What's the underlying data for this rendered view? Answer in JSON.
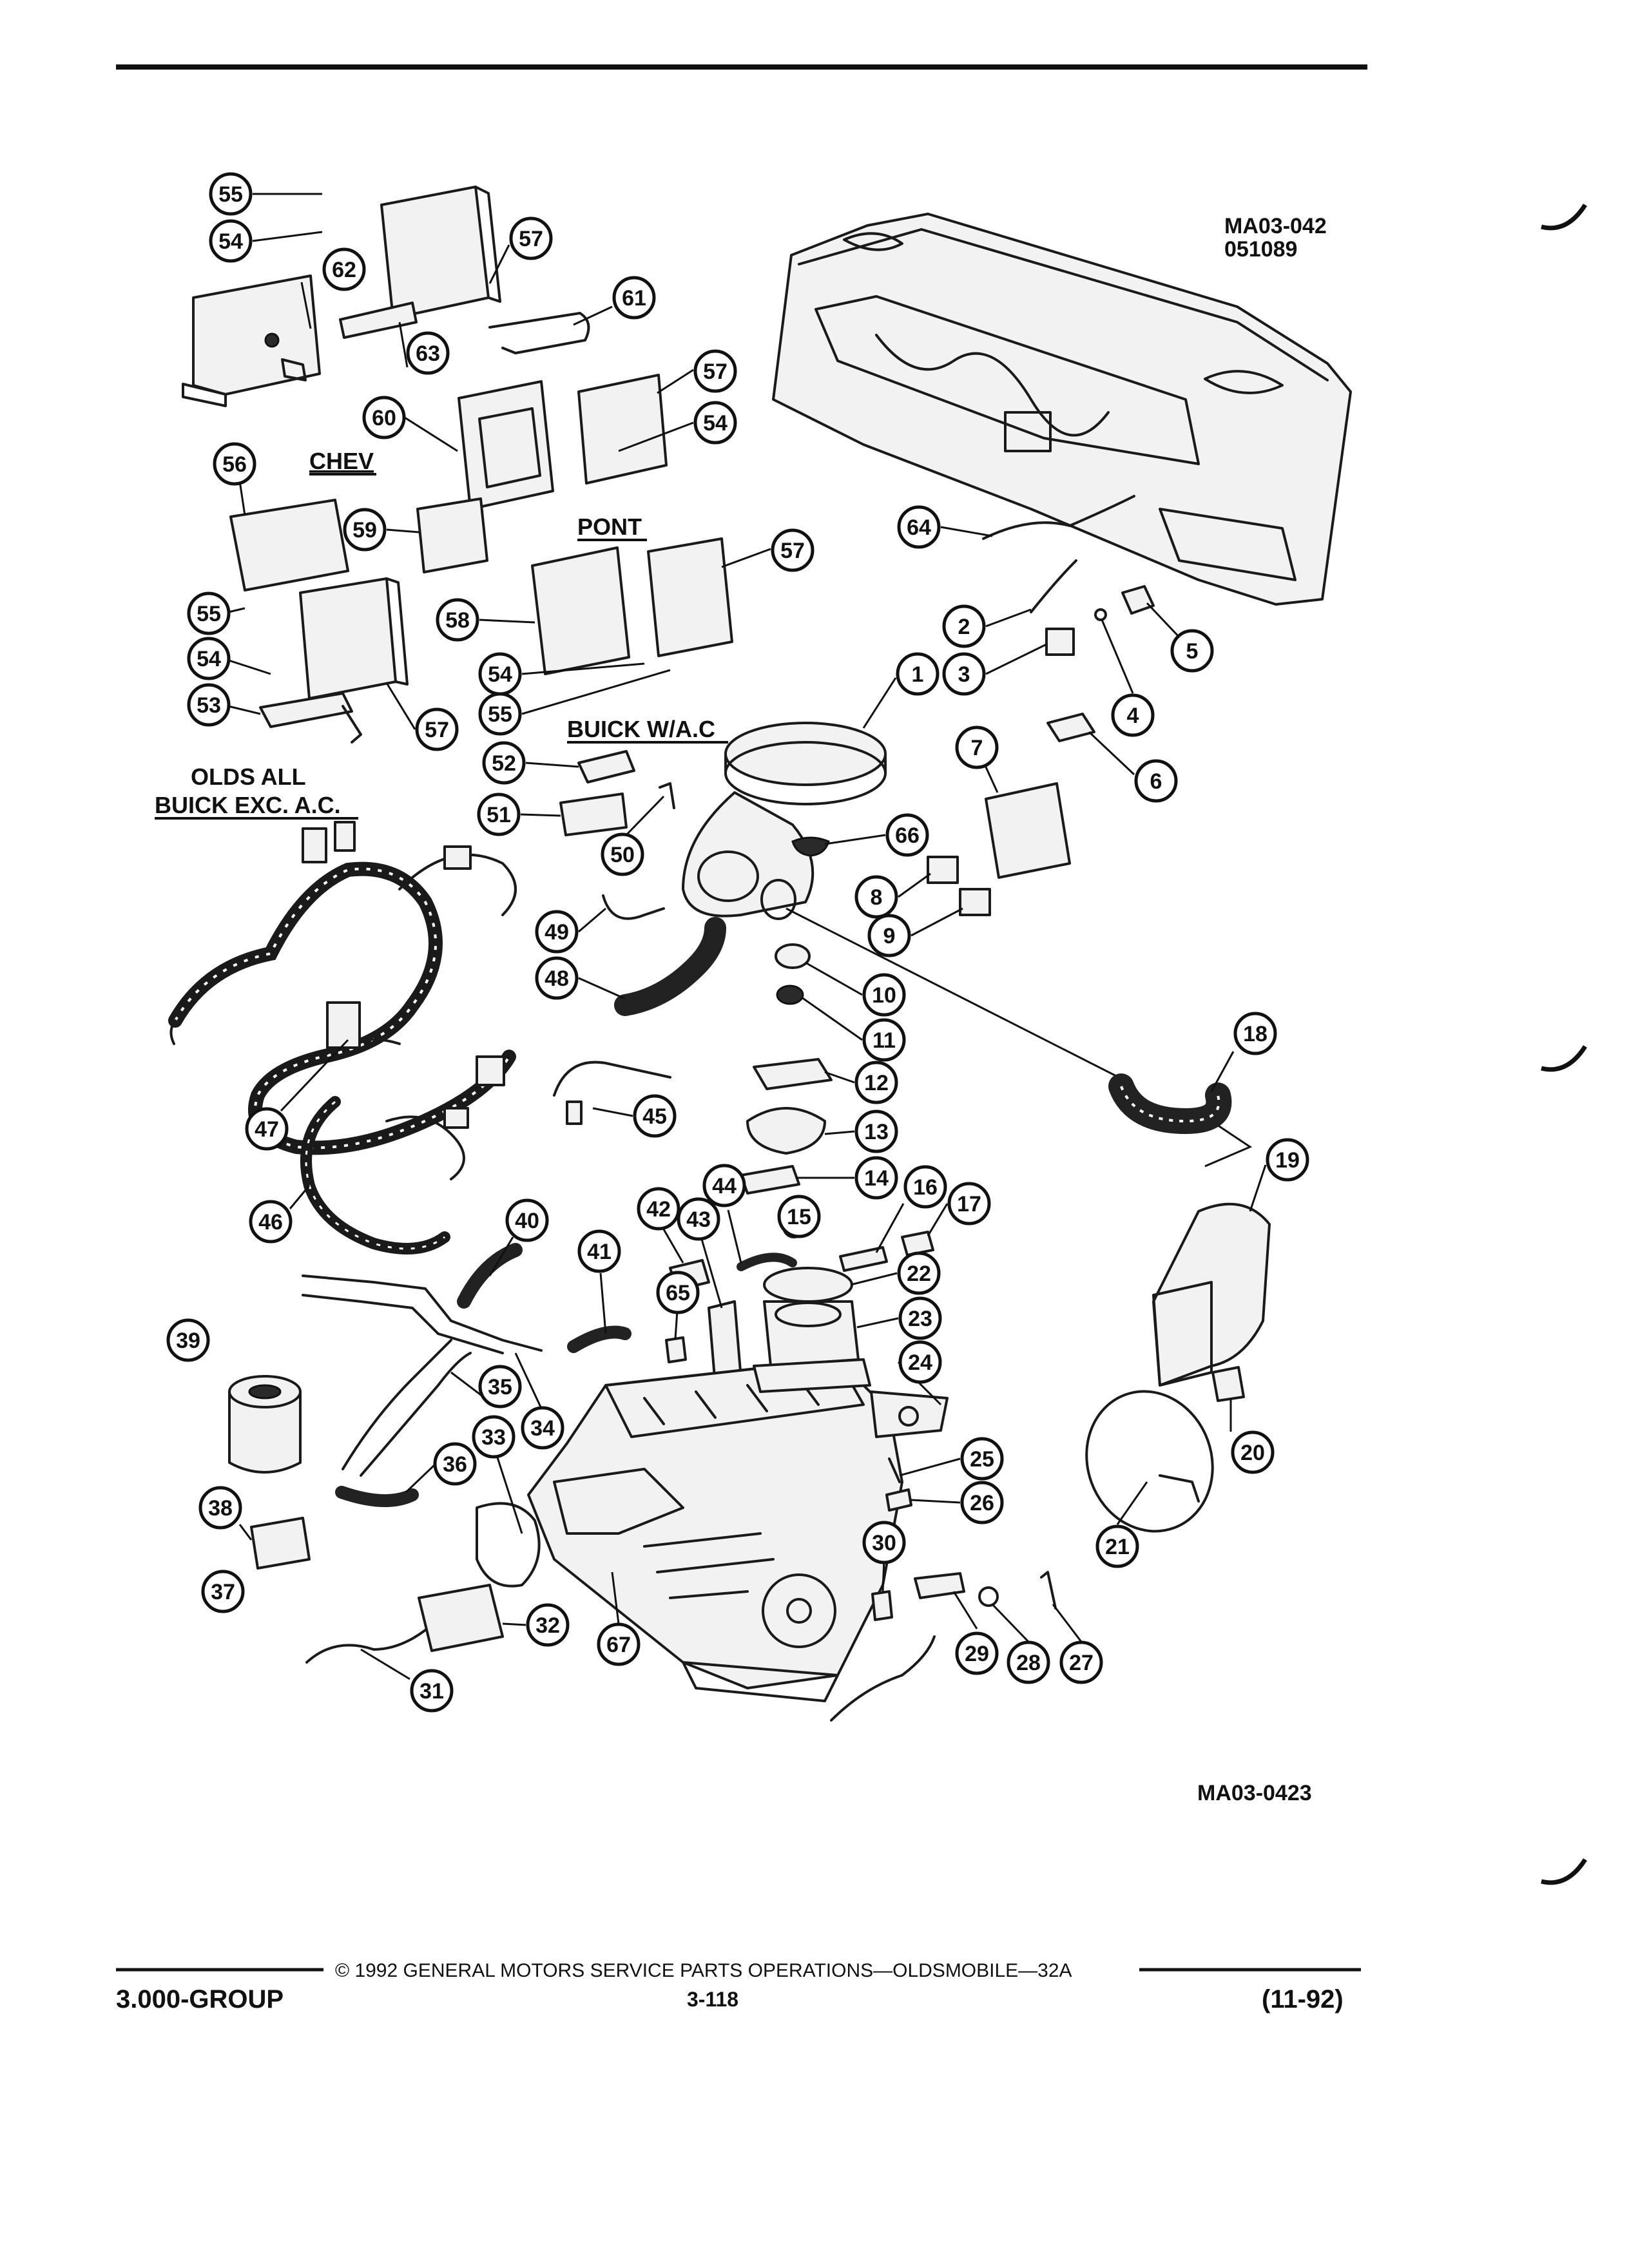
{
  "header": {
    "figure_code": "MA03-042",
    "figure_date": "051089"
  },
  "labels": {
    "chev": "CHEV",
    "pont": "PONT",
    "buick_ac": "BUICK W/A.C",
    "olds_all": "OLDS ALL",
    "buick_exc": "BUICK EXC. A.C."
  },
  "figure_ref": "MA03-0423",
  "footer": {
    "copyright": "© 1992 GENERAL MOTORS SERVICE PARTS OPERATIONS—OLDSMOBILE—32A",
    "group": "3.000-GROUP",
    "page": "3-118",
    "revision": "(11-92)"
  },
  "callouts": [
    {
      "n": "55"
    },
    {
      "n": "54"
    },
    {
      "n": "57"
    },
    {
      "n": "62"
    },
    {
      "n": "61"
    },
    {
      "n": "57"
    },
    {
      "n": "63"
    },
    {
      "n": "54"
    },
    {
      "n": "60"
    },
    {
      "n": "56"
    },
    {
      "n": "59"
    },
    {
      "n": "57"
    },
    {
      "n": "55"
    },
    {
      "n": "58"
    },
    {
      "n": "54"
    },
    {
      "n": "54"
    },
    {
      "n": "55"
    },
    {
      "n": "57"
    },
    {
      "n": "53"
    },
    {
      "n": "52"
    },
    {
      "n": "51"
    },
    {
      "n": "50"
    },
    {
      "n": "64"
    },
    {
      "n": "2"
    },
    {
      "n": "5"
    },
    {
      "n": "3"
    },
    {
      "n": "4"
    },
    {
      "n": "1"
    },
    {
      "n": "6"
    },
    {
      "n": "7"
    },
    {
      "n": "66"
    },
    {
      "n": "8"
    },
    {
      "n": "9"
    },
    {
      "n": "49"
    },
    {
      "n": "48"
    },
    {
      "n": "10"
    },
    {
      "n": "11"
    },
    {
      "n": "18"
    },
    {
      "n": "12"
    },
    {
      "n": "45"
    },
    {
      "n": "47"
    },
    {
      "n": "13"
    },
    {
      "n": "19"
    },
    {
      "n": "14"
    },
    {
      "n": "44"
    },
    {
      "n": "16"
    },
    {
      "n": "15"
    },
    {
      "n": "17"
    },
    {
      "n": "42"
    },
    {
      "n": "43"
    },
    {
      "n": "46"
    },
    {
      "n": "40"
    },
    {
      "n": "22"
    },
    {
      "n": "41"
    },
    {
      "n": "23"
    },
    {
      "n": "65"
    },
    {
      "n": "24"
    },
    {
      "n": "39"
    },
    {
      "n": "35"
    },
    {
      "n": "34"
    },
    {
      "n": "20"
    },
    {
      "n": "33"
    },
    {
      "n": "25"
    },
    {
      "n": "36"
    },
    {
      "n": "26"
    },
    {
      "n": "21"
    },
    {
      "n": "38"
    },
    {
      "n": "30"
    },
    {
      "n": "37"
    },
    {
      "n": "67"
    },
    {
      "n": "32"
    },
    {
      "n": "29"
    },
    {
      "n": "28"
    },
    {
      "n": "27"
    },
    {
      "n": "31"
    }
  ]
}
